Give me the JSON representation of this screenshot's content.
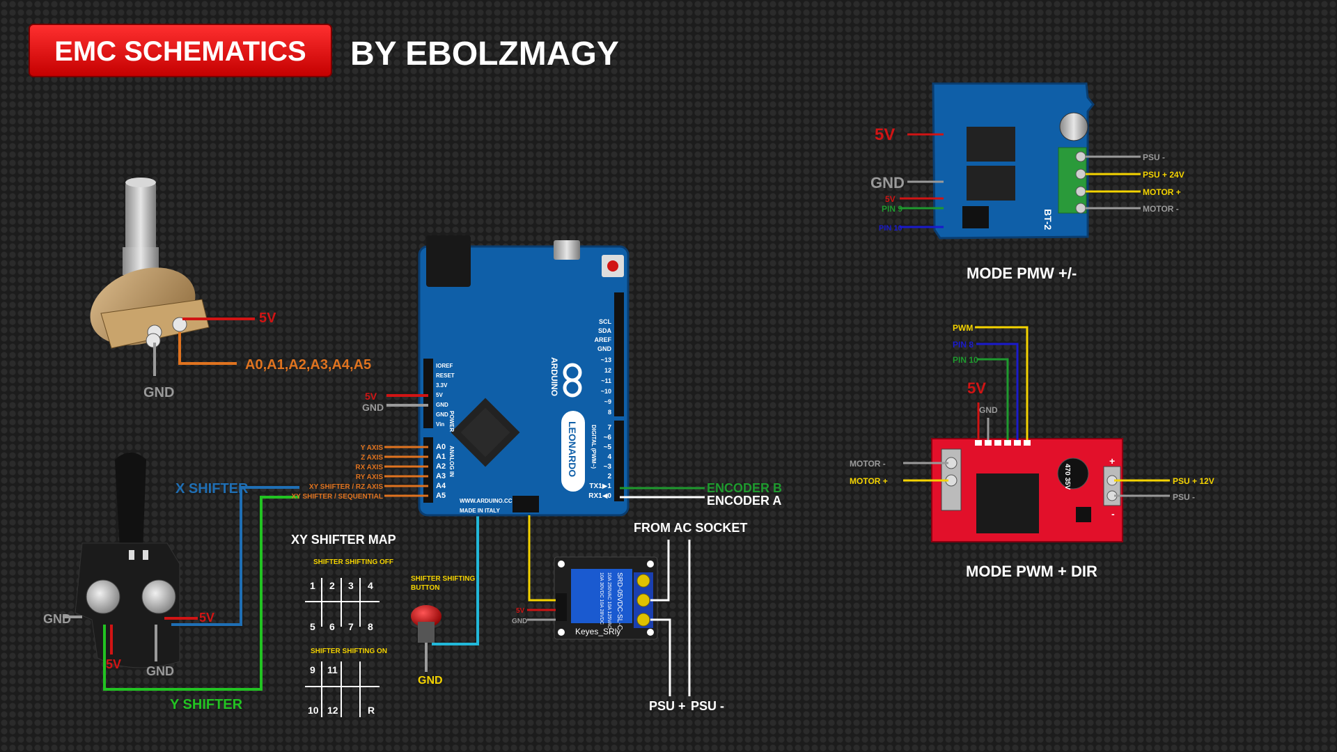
{
  "header": {
    "badge_title": "EMC SCHEMATICS",
    "author": "BY EBOLZMAGY"
  },
  "potentiometer": {
    "pin_5v": "5V",
    "pin_analog": "A0,A1,A2,A3,A4,A5",
    "pin_gnd": "GND"
  },
  "shifter": {
    "x_label": "X SHIFTER",
    "y_label": "Y SHIFTER",
    "gnd_left": "GND",
    "v5_right": "5V",
    "v5_bottom": "5V",
    "gnd_bottom": "GND"
  },
  "xy_map": {
    "title": "XY SHIFTER MAP",
    "off_title": "SHIFTER SHIFTING OFF",
    "off_top": [
      "1",
      "2",
      "3",
      "4"
    ],
    "off_bottom": [
      "5",
      "6",
      "7",
      "8"
    ],
    "on_title": "SHIFTER SHIFTING ON",
    "on_top": [
      "9",
      "11",
      "",
      ""
    ],
    "on_bottom": [
      "10",
      "12",
      "",
      "R"
    ]
  },
  "button": {
    "title_line1": "SHIFTER SHIFTING",
    "title_line2": "BUTTON",
    "gnd": "GND"
  },
  "arduino": {
    "board_name": "ARDUINO",
    "model": "LEONARDO",
    "url": "WWW.ARDUINO.CC",
    "made_in": "MADE IN ITALY",
    "power_5v": "5V",
    "power_gnd": "GND",
    "analog_labels": [
      "Y AXIS",
      "Z AXIS",
      "RX AXIS",
      "RY AXIS",
      "XY SHIFTER / RZ AXIS",
      "XY SHIFTER / SEQUENTIAL"
    ],
    "power_header": [
      "IOREF",
      "RESET",
      "3.3V",
      "5V",
      "GND",
      "GND",
      "Vin"
    ],
    "analog_header": [
      "A0",
      "A1",
      "A2",
      "A3",
      "A4",
      "A5"
    ],
    "digital_top": [
      "SCL",
      "SDA",
      "AREF",
      "GND",
      "~13",
      "12",
      "~11",
      "~10",
      "~9",
      "8"
    ],
    "digital_bottom": [
      "7",
      "~6",
      "~5",
      "4",
      "~3",
      "2",
      "TX1▶1",
      "RX1◀0"
    ],
    "power_word": "POWER",
    "analog_word": "ANALOG IN",
    "digital_word": "DIGITAL (PWM~)",
    "encoder_b": "ENCODER B",
    "encoder_a": "ENCODER A"
  },
  "relay": {
    "title": "FROM AC SOCKET",
    "v5": "5V",
    "gnd": "GND",
    "label": "Keyes_SRly",
    "part": "SRD-05VDC-SL-C",
    "rating1": "10A 250VAC  10A 125VAC",
    "rating2": "10A 30VDC  10A 28VDC",
    "psu_plus": "PSU +",
    "psu_minus": "PSU -"
  },
  "bts_driver": {
    "mode_label": "MODE PMW +/-",
    "v5_big": "5V",
    "gnd_big": "GND",
    "v5_small": "5V",
    "pin9": "PIN 9",
    "pin10": "PIN 10",
    "psu_minus": "PSU -",
    "psu_plus": "PSU + 24V",
    "motor_plus": "MOTOR +",
    "motor_minus": "MOTOR -",
    "chip_label": "BT-2"
  },
  "dir_driver": {
    "mode_label": "MODE PWM + DIR",
    "pwm": "PWM",
    "pin8": "PIN 8",
    "pin10": "PIN 10",
    "v5": "5V",
    "gnd": "GND",
    "motor_minus": "MOTOR -",
    "motor_plus": "MOTOR +",
    "psu_plus": "PSU + 12V",
    "psu_minus": "PSU -",
    "cap_label": "470 35V",
    "plus_sign": "+",
    "minus_sign": "-"
  },
  "colors": {
    "red": "#d11414",
    "orange": "#e0731f",
    "blue": "#1f6fb5",
    "green": "#22c322",
    "cyan": "#22b8d9",
    "yellow": "#f5d400",
    "gray": "#9a9a9a",
    "white": "#ffffff",
    "dark_green": "#1e9a2e",
    "navy": "#1a1acc",
    "board_blue": "#0f5fa8",
    "board_red": "#e2102a"
  }
}
